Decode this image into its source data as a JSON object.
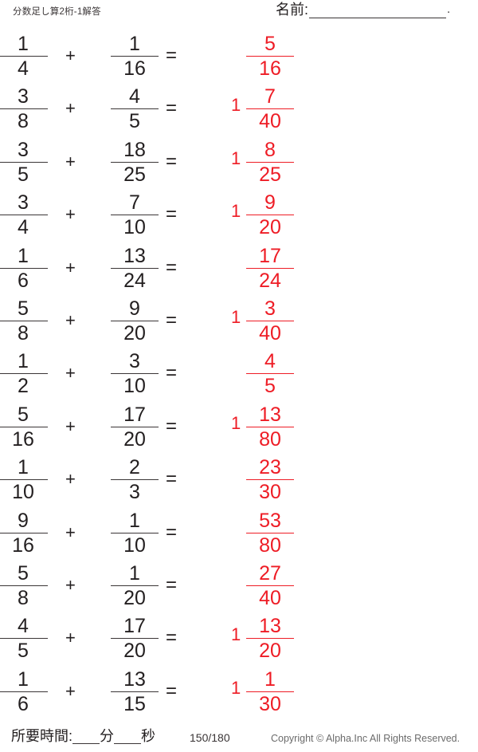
{
  "header": {
    "title": "分数足し算2桁-1解答",
    "name_label": "名前:",
    "name_value": "",
    "name_trailing_period": "."
  },
  "symbols": {
    "plus": "+",
    "equals": "="
  },
  "colors": {
    "answer_red": "#ee1c25",
    "text_dark": "#231f20",
    "rule_gray": "#3a3536"
  },
  "problems": [
    {
      "index": 1,
      "a_num": "1",
      "a_den": "4",
      "b_num": "1",
      "b_den": "16",
      "ans_whole": "",
      "ans_num": "5",
      "ans_den": "16"
    },
    {
      "index": 2,
      "a_num": "3",
      "a_den": "8",
      "b_num": "4",
      "b_den": "5",
      "ans_whole": "1",
      "ans_num": "7",
      "ans_den": "40"
    },
    {
      "index": 3,
      "a_num": "3",
      "a_den": "5",
      "b_num": "18",
      "b_den": "25",
      "ans_whole": "1",
      "ans_num": "8",
      "ans_den": "25"
    },
    {
      "index": 4,
      "a_num": "3",
      "a_den": "4",
      "b_num": "7",
      "b_den": "10",
      "ans_whole": "1",
      "ans_num": "9",
      "ans_den": "20"
    },
    {
      "index": 5,
      "a_num": "1",
      "a_den": "6",
      "b_num": "13",
      "b_den": "24",
      "ans_whole": "",
      "ans_num": "17",
      "ans_den": "24"
    },
    {
      "index": 6,
      "a_num": "5",
      "a_den": "8",
      "b_num": "9",
      "b_den": "20",
      "ans_whole": "1",
      "ans_num": "3",
      "ans_den": "40"
    },
    {
      "index": 7,
      "a_num": "1",
      "a_den": "2",
      "b_num": "3",
      "b_den": "10",
      "ans_whole": "",
      "ans_num": "4",
      "ans_den": "5"
    },
    {
      "index": 8,
      "a_num": "5",
      "a_den": "16",
      "b_num": "17",
      "b_den": "20",
      "ans_whole": "1",
      "ans_num": "13",
      "ans_den": "80"
    },
    {
      "index": 9,
      "a_num": "1",
      "a_den": "10",
      "b_num": "2",
      "b_den": "3",
      "ans_whole": "",
      "ans_num": "23",
      "ans_den": "30"
    },
    {
      "index": 10,
      "a_num": "9",
      "a_den": "16",
      "b_num": "1",
      "b_den": "10",
      "ans_whole": "",
      "ans_num": "53",
      "ans_den": "80"
    },
    {
      "index": 11,
      "a_num": "5",
      "a_den": "8",
      "b_num": "1",
      "b_den": "20",
      "ans_whole": "",
      "ans_num": "27",
      "ans_den": "40"
    },
    {
      "index": 12,
      "a_num": "4",
      "a_den": "5",
      "b_num": "17",
      "b_den": "20",
      "ans_whole": "1",
      "ans_num": "13",
      "ans_den": "20"
    },
    {
      "index": 13,
      "a_num": "1",
      "a_den": "6",
      "b_num": "13",
      "b_den": "15",
      "ans_whole": "1",
      "ans_num": "1",
      "ans_den": "30"
    }
  ],
  "footer": {
    "time_label_prefix": "所要時間:",
    "time_minutes_unit": "分",
    "time_seconds_unit": "秒",
    "time_minutes_value": "",
    "time_seconds_value": "",
    "page_count": "150/180",
    "copyright": "Copyright ©  Alpha.Inc All Rights Reserved."
  }
}
